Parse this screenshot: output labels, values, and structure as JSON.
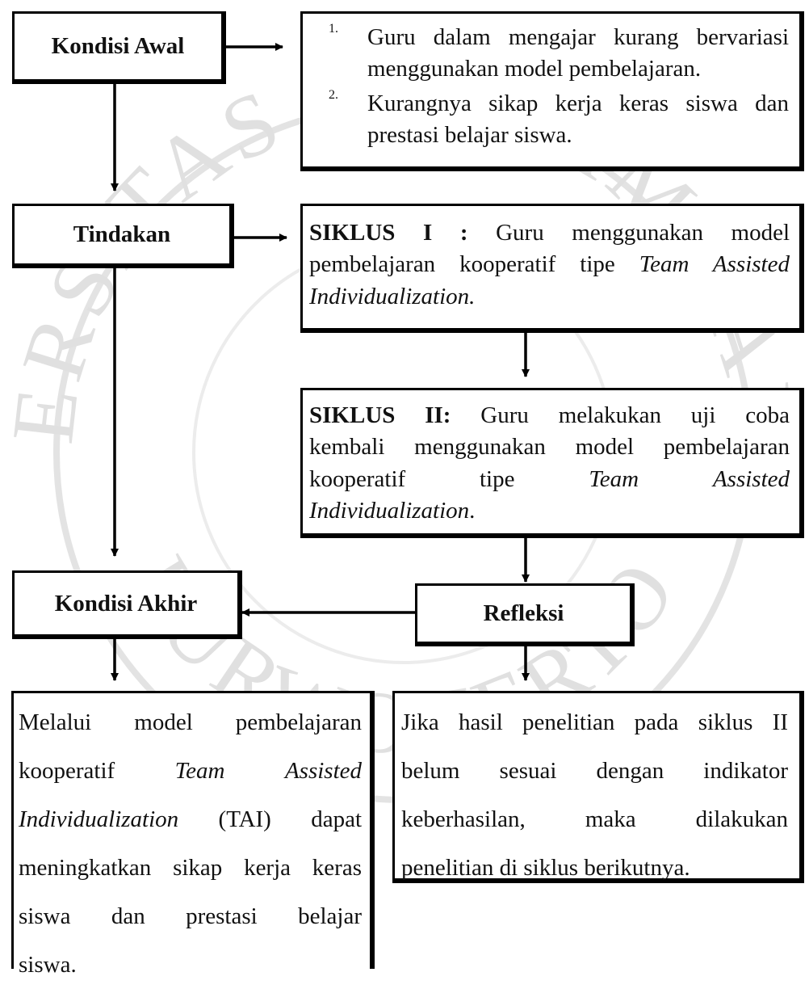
{
  "nodes": {
    "kondisi_awal": "Kondisi Awal",
    "tindakan": "Tindakan",
    "kondisi_akhir": "Kondisi Akhir",
    "refleksi": "Refleksi"
  },
  "kondisi_awal_list": [
    {
      "num": "1.",
      "line1": "Guru dalam mengajar kurang bervariasi",
      "line2": "menggunakan model pembelajaran."
    },
    {
      "num": "2.",
      "line1": "Kurangnya sikap kerja keras siswa dan",
      "line2": "prestasi belajar siswa."
    }
  ],
  "siklus1": {
    "label": "SIKLUS I :",
    "line1_rest": "Guru menggunakan model",
    "line2": "pembelajaran kooperatif tipe",
    "line2_italic": "Team Assisted",
    "line3_italic": "Individualization."
  },
  "siklus2": {
    "label": "SIKLUS II:",
    "line1_rest": "Guru melakukan uji coba",
    "line2": "kembali menggunakan model pembelajaran",
    "line3a": "kooperatif",
    "line3b": "tipe",
    "line3c_italic": "Team",
    "line3d_italic": "Assisted",
    "line4_italic": "Individualization",
    "line4_end": "."
  },
  "kondisi_akhir_text": {
    "l1": "Melalui model pembelajaran",
    "l2a": "kooperatif",
    "l2b_italic": "Team",
    "l2c_italic": "Assisted",
    "l3_italic": "Individualization",
    "l3_rest": " (TAI) dapat",
    "l4": "meningkatkan sikap kerja keras",
    "l5": "siswa dan prestasi belajar",
    "l6": "siswa."
  },
  "refleksi_text": {
    "l1": "Jika hasil penelitian pada siklus II",
    "l2": "belum sesuai dengan indikator",
    "l3": "keberhasilan, maka dilakukan",
    "l4": "penelitian di siklus berikutnya."
  },
  "watermark": {
    "top_text": "UNIVERSITAS MUHAMMADIYAH",
    "bottom_text": "PURWOKERTO",
    "color": "#d9d9d9"
  }
}
